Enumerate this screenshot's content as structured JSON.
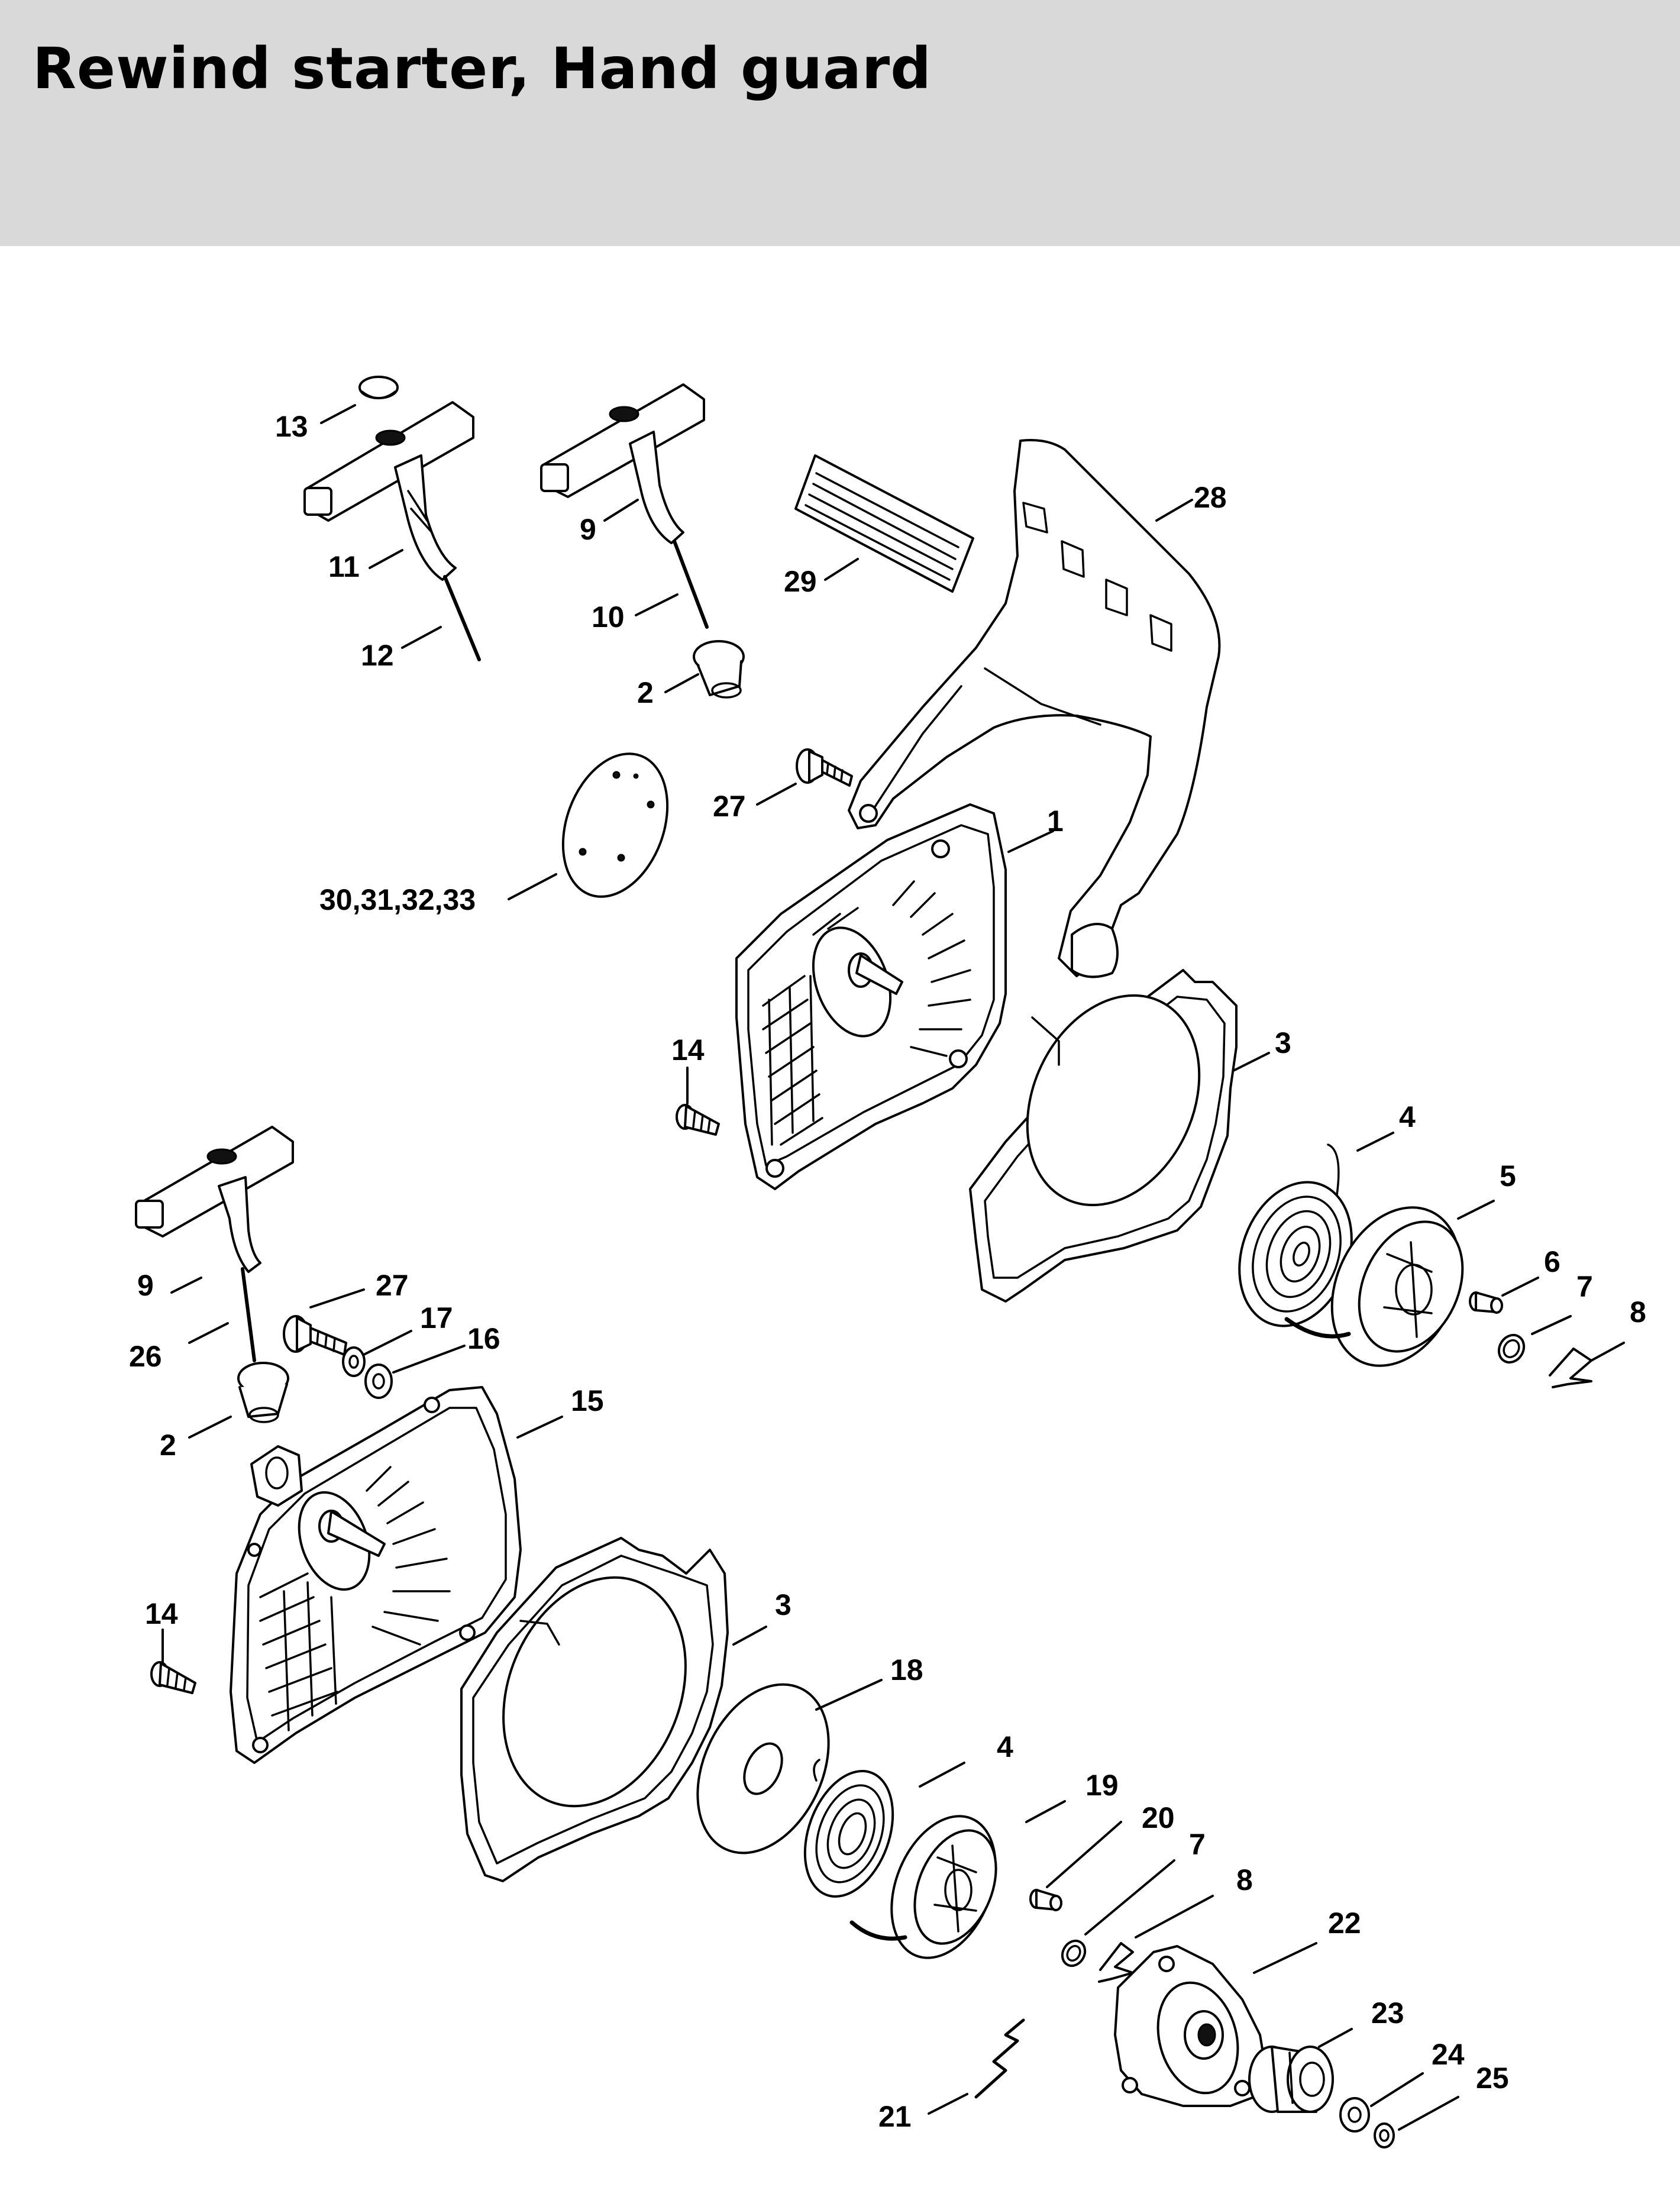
{
  "title": "Rewind starter, Hand guard",
  "callouts": {
    "c13": "13",
    "c11": "11",
    "c12": "12",
    "c9a": "9",
    "c10": "10",
    "c2a": "2",
    "c29": "29",
    "c28": "28",
    "c27a": "27",
    "c1": "1",
    "c30": "30,31,32,33",
    "c14a": "14",
    "c3a": "3",
    "c4a": "4",
    "c5": "5",
    "c6": "6",
    "c7a": "7",
    "c8a": "8",
    "c9b": "9",
    "c26": "26",
    "c27b": "27",
    "c17": "17",
    "c16": "16",
    "c2b": "2",
    "c15": "15",
    "c14b": "14",
    "c3b": "3",
    "c18": "18",
    "c4b": "4",
    "c19": "19",
    "c20": "20",
    "c7b": "7",
    "c8b": "8",
    "c22": "22",
    "c23": "23",
    "c24": "24",
    "c25": "25",
    "c21": "21"
  }
}
